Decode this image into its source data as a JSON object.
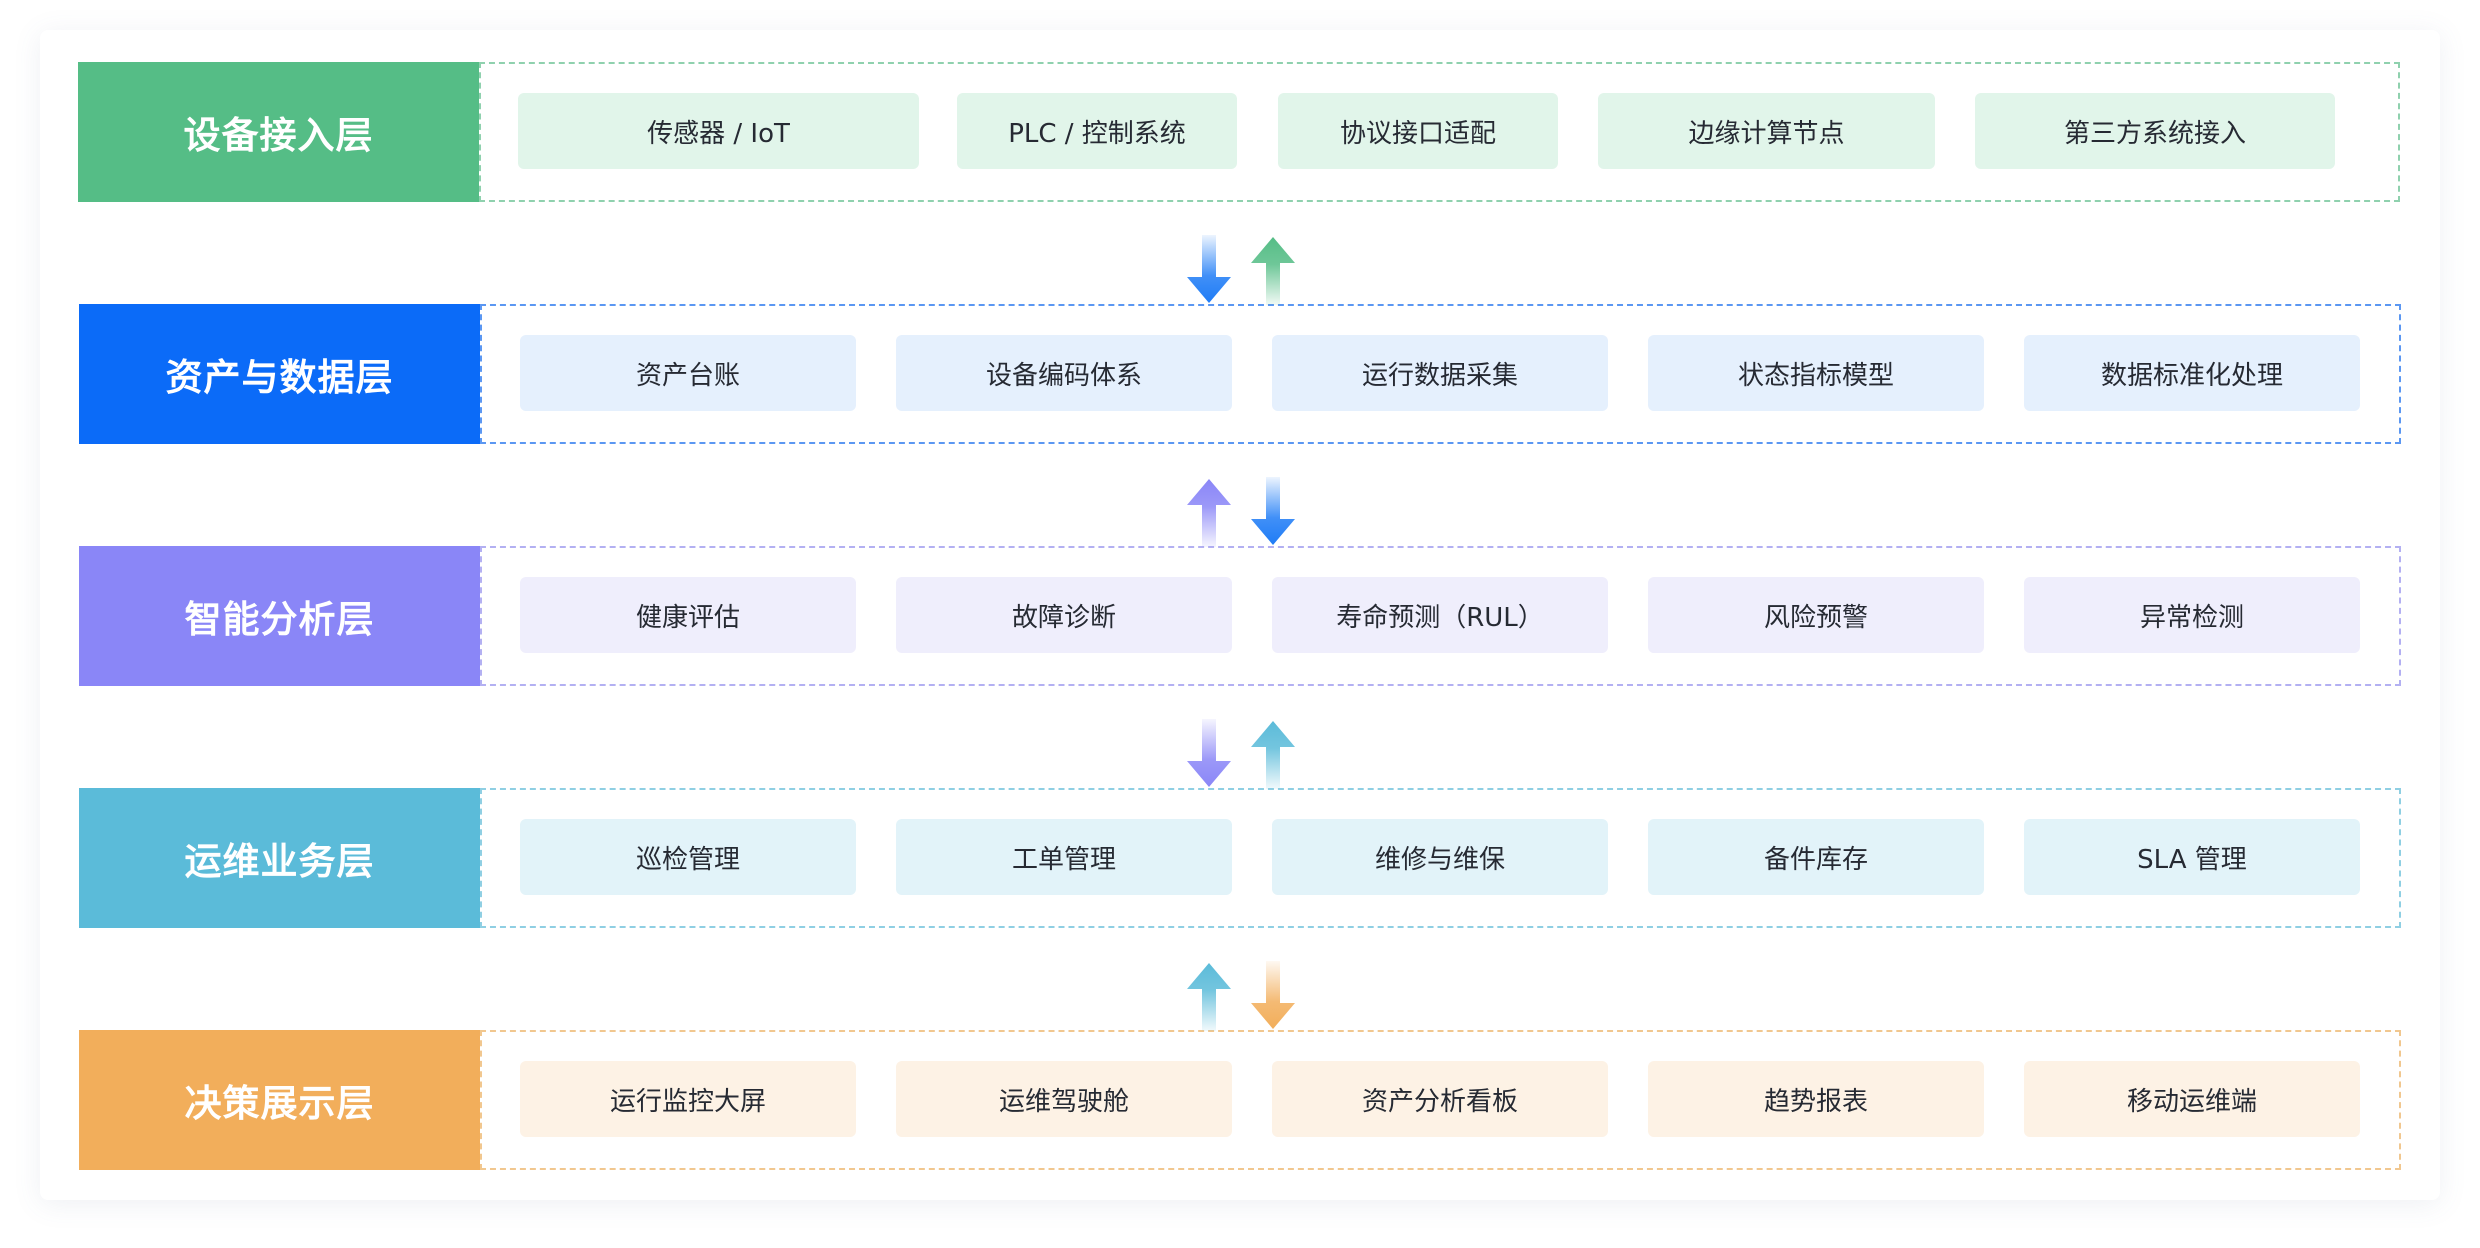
{
  "layers": [
    {
      "id": "device-access",
      "title": "设备接入层",
      "color": "#55bd86",
      "chip_bg": "#e1f5ea",
      "border": "#8fd1ae",
      "items": [
        "传感器 / IoT",
        "PLC / 控制系统",
        "协议接口适配",
        "边缘计算节点",
        "第三方系统接入"
      ]
    },
    {
      "id": "asset-data",
      "title": "资产与数据层",
      "color": "#0b6bf8",
      "chip_bg": "#e5f0fd",
      "border": "#5b97f2",
      "items": [
        "资产台账",
        "设备编码体系",
        "运行数据采集",
        "状态指标模型",
        "数据标准化处理"
      ]
    },
    {
      "id": "intelligent-analysis",
      "title": "智能分析层",
      "color": "#8a86f7",
      "chip_bg": "#efeefc",
      "border": "#b3b0f2",
      "items": [
        "健康评估",
        "故障诊断",
        "寿命预测（RUL）",
        "风险预警",
        "异常检测"
      ]
    },
    {
      "id": "ops-business",
      "title": "运维业务层",
      "color": "#5bbbd9",
      "chip_bg": "#e2f3f9",
      "border": "#8fcfe3",
      "items": [
        "巡检管理",
        "工单管理",
        "维修与维保",
        "备件库存",
        "SLA 管理"
      ]
    },
    {
      "id": "decision-display",
      "title": "决策展示层",
      "color": "#f2ae5b",
      "chip_bg": "#fdf2e5",
      "border": "#f1c78f",
      "items": [
        "运行监控大屏",
        "运维驾驶舱",
        "资产分析看板",
        "趋势报表",
        "移动运维端"
      ]
    }
  ],
  "connectors": [
    {
      "arrows": [
        {
          "direction": "down",
          "color": "#1f7cf6"
        },
        {
          "direction": "up",
          "color": "#55bd86"
        }
      ]
    },
    {
      "arrows": [
        {
          "direction": "up",
          "color": "#8a86f7"
        },
        {
          "direction": "down",
          "color": "#1f7cf6"
        }
      ]
    },
    {
      "arrows": [
        {
          "direction": "down",
          "color": "#8a86f7"
        },
        {
          "direction": "up",
          "color": "#5bbbd9"
        }
      ]
    },
    {
      "arrows": [
        {
          "direction": "up",
          "color": "#5bbbd9"
        },
        {
          "direction": "down",
          "color": "#f2ae5b"
        }
      ]
    }
  ]
}
